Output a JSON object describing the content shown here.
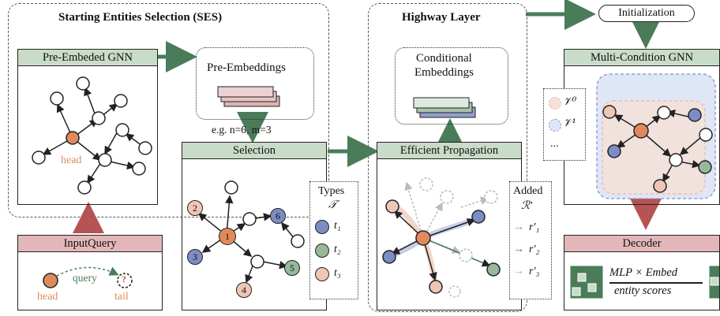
{
  "ses": {
    "title": "Starting Entities Selection (SES)",
    "pre_gnn_label": "Pre-Embeded GNN",
    "pre_embeddings_label": "Pre-Embeddings",
    "head_label": "head",
    "example_label": "e.g.   n=6, m=3",
    "selection_label": "Selection",
    "types_title": "Types",
    "types_symbol": "𝒯",
    "type_items": [
      "t₁",
      "t₂",
      "t₃"
    ],
    "node_numbers": [
      "1",
      "2",
      "3",
      "4",
      "5",
      "6"
    ]
  },
  "input_query": {
    "title": "InputQuery",
    "head_label": "head",
    "query_label": "query",
    "tail_label": "tail",
    "unknown_mark": "?"
  },
  "highway": {
    "title": "Highway Layer",
    "conditional_line1": "Conditional",
    "conditional_line2": "Embeddings",
    "propagation_label": "Efficient Propagation",
    "added_title": "Added",
    "added_symbol": "ℛ′",
    "relation_items": [
      "r′₁",
      "r′₂",
      "r′₃"
    ]
  },
  "right": {
    "initialization_label": "Initialization",
    "mc_gnn_label": "Multi-Condition GNN",
    "v0_label": "𝒱⁰",
    "v1_label": "𝒱¹",
    "ellipsis": "...",
    "decoder_label": "Decoder",
    "decoder_line1": "MLP × Embed",
    "decoder_line2": "entity scores"
  },
  "colors": {
    "green_header": "#c9dcc9",
    "red_header": "#e3b7b9",
    "arrow_green": "#4a7c59",
    "arrow_red": "#b55355",
    "head_node": "#e08a5c",
    "type_blue": "#7d8cc4",
    "type_green": "#98b89a",
    "type_pink": "#efc6b6"
  }
}
